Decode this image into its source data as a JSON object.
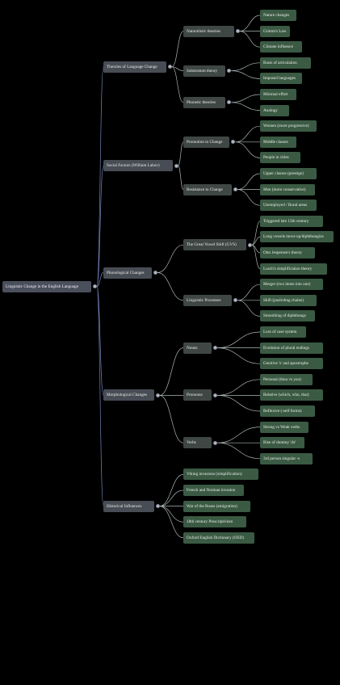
{
  "mindmap": {
    "root": {
      "label": "Linguistic Change in the English Language",
      "children": [
        {
          "label": "Theories of Language Change",
          "children": [
            {
              "label": "Naturalistic theories",
              "children": [
                {
                  "label": "Nature changes"
                },
                {
                  "label": "Grimm's Law"
                },
                {
                  "label": "Climate influence"
                }
              ]
            },
            {
              "label": "Substratum theory",
              "children": [
                {
                  "label": "Basis of articulation"
                },
                {
                  "label": "Imposed languages"
                }
              ]
            },
            {
              "label": "Phonetic theories",
              "children": [
                {
                  "label": "Minimal effort"
                },
                {
                  "label": "Analogy"
                }
              ]
            }
          ]
        },
        {
          "label": "Social Factors (William Labov)",
          "children": [
            {
              "label": "Promotion to Change",
              "children": [
                {
                  "label": "Women (more progressive)"
                },
                {
                  "label": "Middle classes"
                },
                {
                  "label": "People in cities"
                }
              ]
            },
            {
              "label": "Resistance to Change",
              "children": [
                {
                  "label": "Upper classes (prestige)"
                },
                {
                  "label": "Men (more conservative)"
                },
                {
                  "label": "Unemployed / Rural areas"
                }
              ]
            }
          ]
        },
        {
          "label": "Phonological Changes",
          "children": [
            {
              "label": "The Great Vowel Shift (GVS)",
              "children": [
                {
                  "label": "Triggered late 15th century"
                },
                {
                  "label": "Long vowels move up/diphthongize"
                },
                {
                  "label": "Otto Jespersen's theory"
                },
                {
                  "label": "Lusch's simplification theory"
                }
              ]
            },
            {
              "label": "Linguistic Processes",
              "children": [
                {
                  "label": "Merger (two items into one)"
                },
                {
                  "label": "Shift (push/drag chains)"
                },
                {
                  "label": "Smoothing of diphthongs"
                }
              ]
            }
          ]
        },
        {
          "label": "Morphological Changes",
          "children": [
            {
              "label": "Nouns",
              "children": [
                {
                  "label": "Loss of case system"
                },
                {
                  "label": "Evolution of plural endings"
                },
                {
                  "label": "Genitive 's' and apostrophe"
                }
              ]
            },
            {
              "label": "Pronouns",
              "children": [
                {
                  "label": "Personal (thou vs you)"
                },
                {
                  "label": "Relative (which, who, that)"
                },
                {
                  "label": "Reflexive (-self forms)"
                }
              ]
            },
            {
              "label": "Verbs",
              "children": [
                {
                  "label": "Strong vs Weak verbs"
                },
                {
                  "label": "Rise of dummy 'do'"
                },
                {
                  "label": "3rd person singular -s"
                }
              ]
            }
          ]
        },
        {
          "label": "Historical Influences",
          "children": [
            {
              "label": "Viking invasions (simplification)"
            },
            {
              "label": "French and Norman invasion"
            },
            {
              "label": "War of the Roses (emigration)"
            },
            {
              "label": "18th century Prescriptivism"
            },
            {
              "label": "Oxford English Dictionary (OED)"
            }
          ]
        }
      ]
    }
  }
}
